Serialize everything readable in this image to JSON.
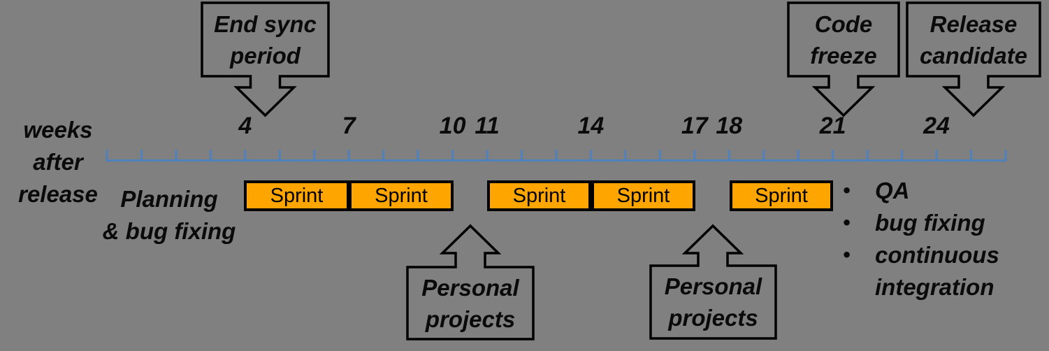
{
  "colors": {
    "background": "#808080",
    "timeline": "#4F81BD",
    "sprint_fill": "#FFA500",
    "outline": "#000000"
  },
  "axis_label": {
    "line1": "weeks",
    "line2": "after",
    "line3": "release"
  },
  "timeline": {
    "week_start": 0,
    "week_end": 26,
    "labeled_weeks": [
      4,
      7,
      10,
      11,
      14,
      17,
      18,
      21,
      24
    ]
  },
  "phase_label": {
    "line1": "Planning",
    "line2": "& bug fixing"
  },
  "callouts_top": [
    {
      "line1": "End sync",
      "line2": "period"
    },
    {
      "line1": "Code",
      "line2": "freeze"
    },
    {
      "line1": "Release",
      "line2": "candidate"
    }
  ],
  "sprints": [
    {
      "label": "Sprint"
    },
    {
      "label": "Sprint"
    },
    {
      "label": "Sprint"
    },
    {
      "label": "Sprint"
    },
    {
      "label": "Sprint"
    }
  ],
  "callouts_bottom": [
    {
      "line1": "Personal",
      "line2": "projects"
    },
    {
      "line1": "Personal",
      "line2": "projects"
    }
  ],
  "bullets": [
    {
      "marker": "•",
      "text": "QA"
    },
    {
      "marker": "•",
      "text": "bug fixing"
    },
    {
      "marker": "•",
      "text": "continuous integration"
    }
  ]
}
